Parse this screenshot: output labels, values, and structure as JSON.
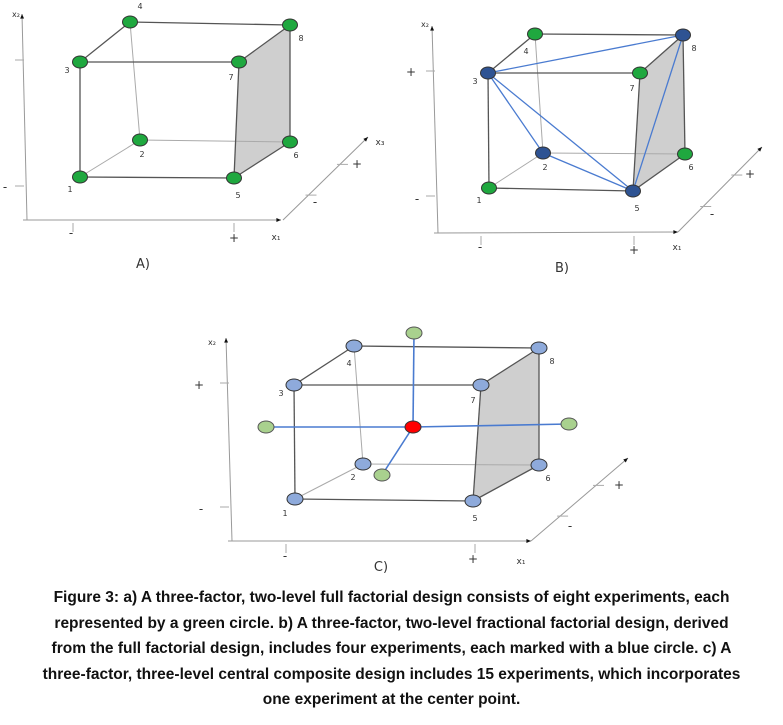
{
  "colors": {
    "full_node": "#1fa83f",
    "fraction_node": "#2e5393",
    "ccd_corner_node": "#8eaadb",
    "ccd_axial_node": "#a9d18e",
    "center_node": "#ff0000",
    "design_line": "#4a7bd0",
    "shaded_face": "#cfcfcf"
  },
  "panels": [
    {
      "label": "A)",
      "axis": {
        "x1": "x₁",
        "x2": "x₂",
        "x3": "x₃",
        "minus": "-",
        "plus": "+"
      },
      "vertex_labels": [
        "1",
        "2",
        "3",
        "4",
        "5",
        "6",
        "7",
        "8"
      ]
    },
    {
      "label": "B)",
      "axis": {
        "x1": "x₁",
        "x2": "x₂",
        "minus": "-",
        "plus": "+"
      },
      "vertex_labels": [
        "1",
        "2",
        "3",
        "4",
        "5",
        "6",
        "7",
        "8"
      ]
    },
    {
      "label": "C)",
      "axis": {
        "x1": "x₁",
        "x2": "x₂",
        "minus": "-",
        "plus": "+"
      },
      "vertex_labels": [
        "1",
        "2",
        "3",
        "4",
        "5",
        "6",
        "7",
        "8"
      ]
    }
  ],
  "caption": {
    "lines": [
      "Figure 3: a) A three-factor, two-level full factorial design consists of eight experiments, each",
      "represented by a green circle. b) A three-factor, two-level fractional factorial design, derived",
      "from the full factorial design, includes four experiments, each marked with a blue circle. c) A",
      "three-factor, three-level central composite design includes 15 experiments, which incorporates",
      "one experiment at the center point."
    ]
  }
}
